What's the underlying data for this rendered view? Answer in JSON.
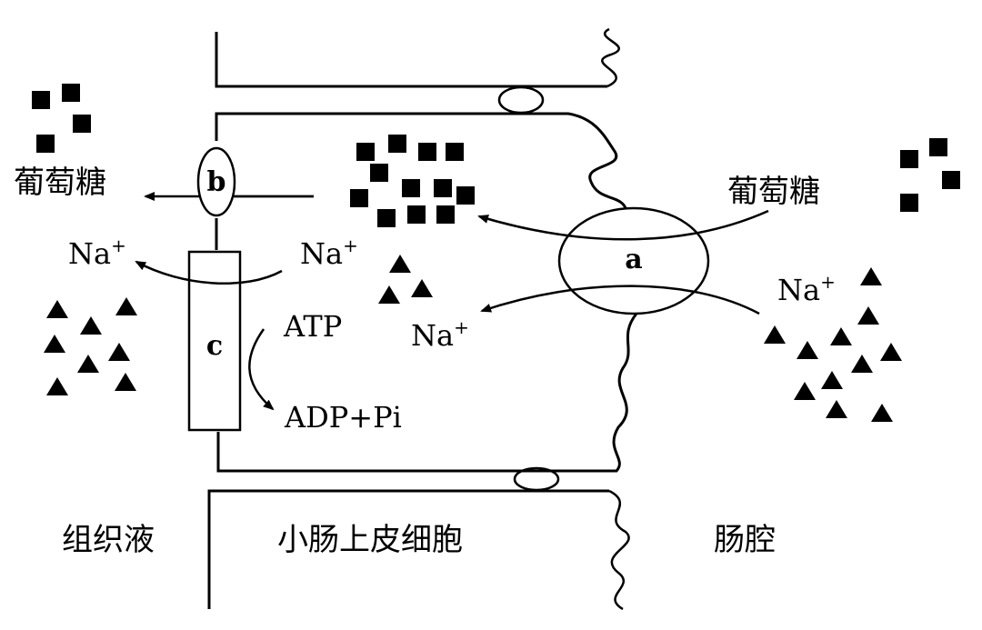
{
  "labels": {
    "glucose_left": "葡萄糖",
    "glucose_right": "葡萄糖",
    "na_symbol": "Na",
    "na_charge": "+",
    "atp": "ATP",
    "adp": "ADP+Pi",
    "tissue_fluid": "组织液",
    "epithelial_cell": "小肠上皮细胞",
    "intestinal_lumen": "肠腔",
    "carrier_a": "a",
    "carrier_b": "b",
    "pump_c": "c"
  },
  "colors": {
    "line": "#000000",
    "background": "#ffffff"
  }
}
